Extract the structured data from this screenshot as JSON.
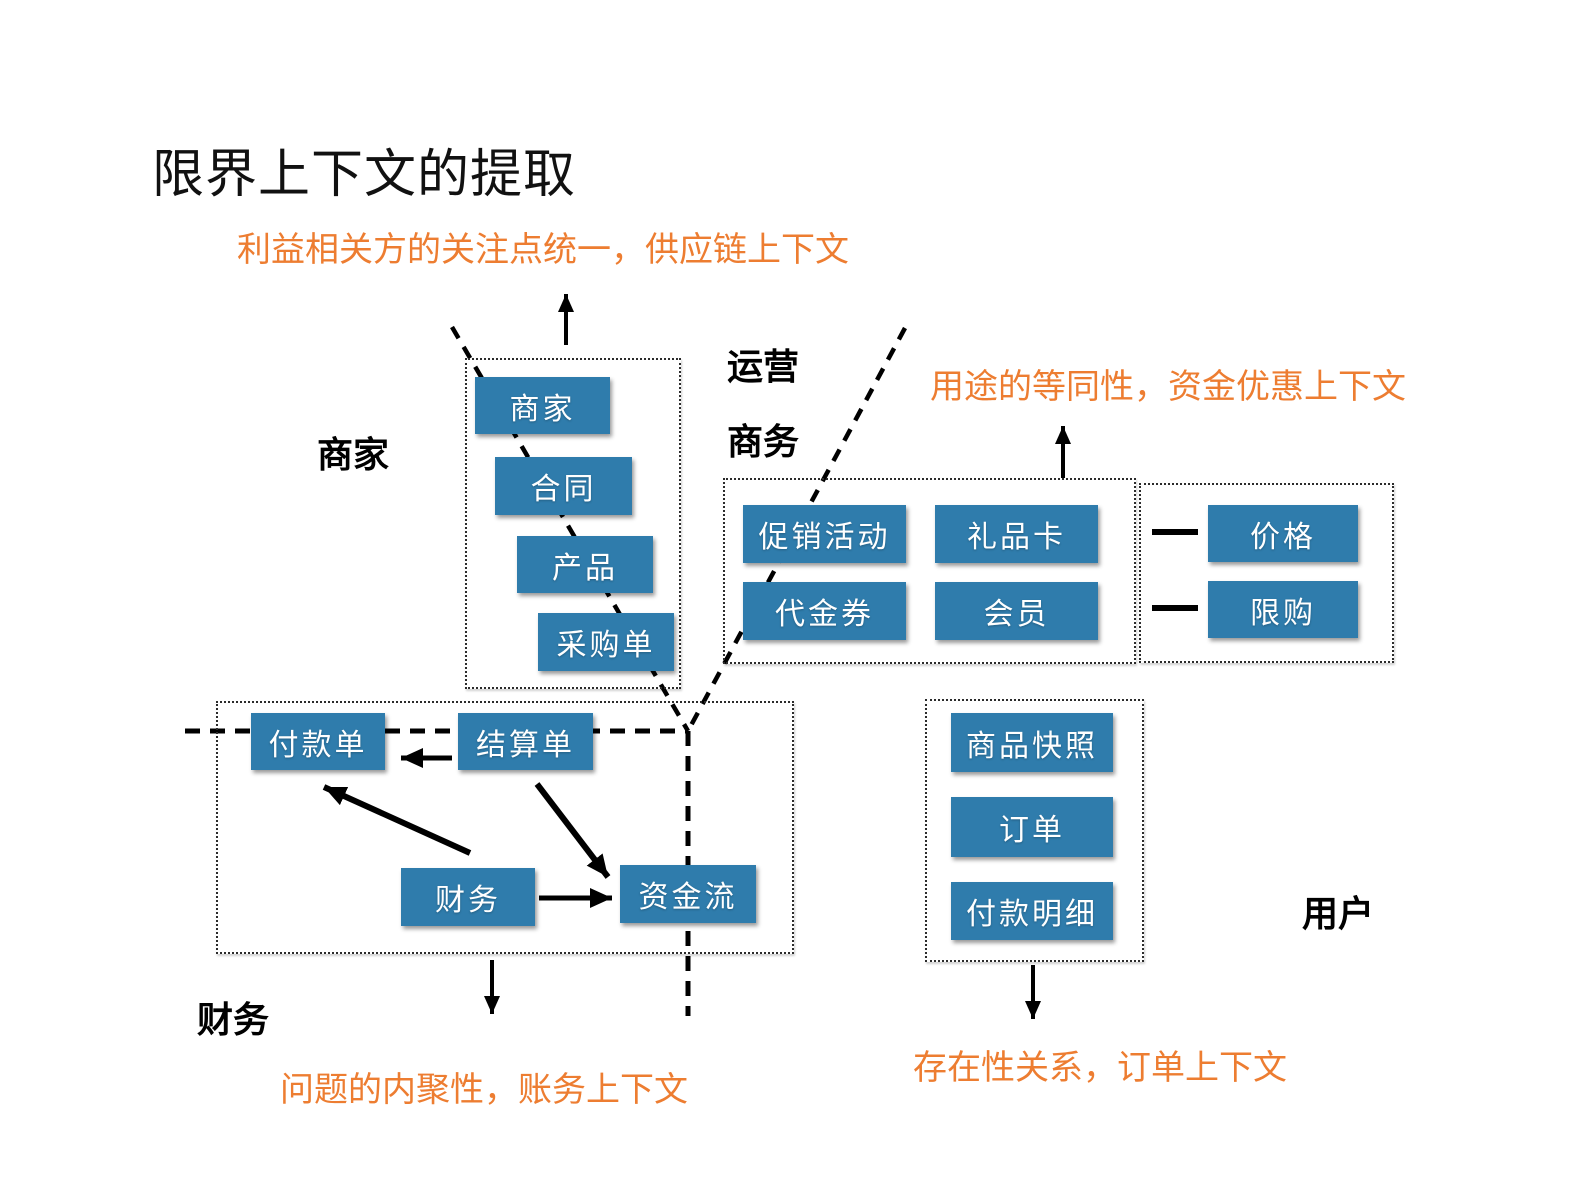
{
  "title": "限界上下文的提取",
  "annotations": {
    "supply_chain": "利益相关方的关注点统一，供应链上下文",
    "fund_discount": "用途的等同性，资金优惠上下文",
    "accounting": "问题的内聚性，账务上下文",
    "order": "存在性关系，订单上下文"
  },
  "labels": {
    "merchant": "商家",
    "operation": "运营",
    "commerce": "商务",
    "finance": "财务",
    "user": "用户"
  },
  "groups": {
    "merchant": {
      "nodes": [
        "商家",
        "合同",
        "产品",
        "采购单"
      ]
    },
    "promotion": {
      "nodes": [
        "促销活动",
        "礼品卡",
        "代金券",
        "会员"
      ]
    },
    "price": {
      "nodes": [
        "价格",
        "限购"
      ]
    },
    "finance": {
      "nodes": [
        "付款单",
        "结算单",
        "财务",
        "资金流"
      ]
    },
    "user": {
      "nodes": [
        "商品快照",
        "订单",
        "付款明细"
      ]
    }
  },
  "colors": {
    "node_background": "#2F7CAC",
    "node_text": "#FFFFFF",
    "annotation_text": "#ED7D31",
    "line_color": "#000000",
    "background": "#FFFFFF"
  }
}
